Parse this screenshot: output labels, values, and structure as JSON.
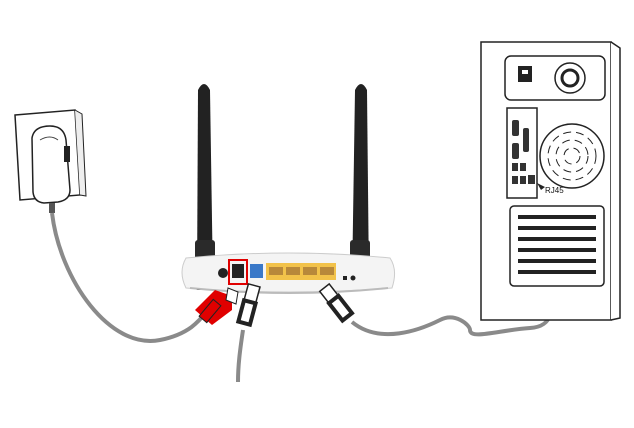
{
  "diagram": {
    "title_hidden": "",
    "labels": {
      "rj45": "RJ45"
    },
    "colors": {
      "cable": "#8a8a8a",
      "highlight": "#e00000",
      "lan_ports": "#f2c24a",
      "wan_port": "#3a78c8",
      "antenna": "#222222"
    },
    "elements": [
      "power-adapter",
      "wall-outlet",
      "router",
      "computer",
      "power-cable",
      "ethernet-cable",
      "wan-cable"
    ]
  }
}
